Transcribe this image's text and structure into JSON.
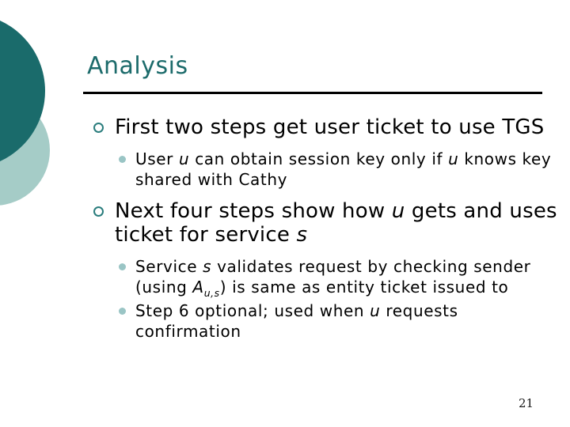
{
  "slide": {
    "title": "Analysis",
    "page_number": "21",
    "colors": {
      "title_teal": "#1c6b6b",
      "dark_circle": "#1a6b6b",
      "light_circle": "#a5ccc7",
      "bullet_ring": "#2a7d7d",
      "sub_bullet_dot": "#9ac5c5",
      "rule": "#000000",
      "body_text": "#000000"
    },
    "bullets": [
      {
        "level": 1,
        "segments": [
          {
            "t": "First two steps get user ticket to use TGS"
          }
        ]
      },
      {
        "level": 2,
        "segments": [
          {
            "t": "User "
          },
          {
            "t": "u",
            "i": true
          },
          {
            "t": " can obtain session key only if "
          },
          {
            "t": "u",
            "i": true
          },
          {
            "t": " knows key shared with Cathy"
          }
        ]
      },
      {
        "level": 1,
        "segments": [
          {
            "t": "Next four steps show how "
          },
          {
            "t": "u",
            "i": true
          },
          {
            "t": " gets and uses ticket for service "
          },
          {
            "t": "s",
            "i": true
          }
        ]
      },
      {
        "level": 2,
        "segments": [
          {
            "t": "Service "
          },
          {
            "t": "s",
            "i": true
          },
          {
            "t": " validates request by checking sender (using "
          },
          {
            "t": "A",
            "i": true
          },
          {
            "t": "u,s",
            "i": true,
            "sub": true
          },
          {
            "t": ") is same as entity ticket issued to"
          }
        ]
      },
      {
        "level": 2,
        "segments": [
          {
            "t": "Step 6 optional; used when "
          },
          {
            "t": "u",
            "i": true
          },
          {
            "t": " requests confirmation"
          }
        ]
      }
    ]
  }
}
